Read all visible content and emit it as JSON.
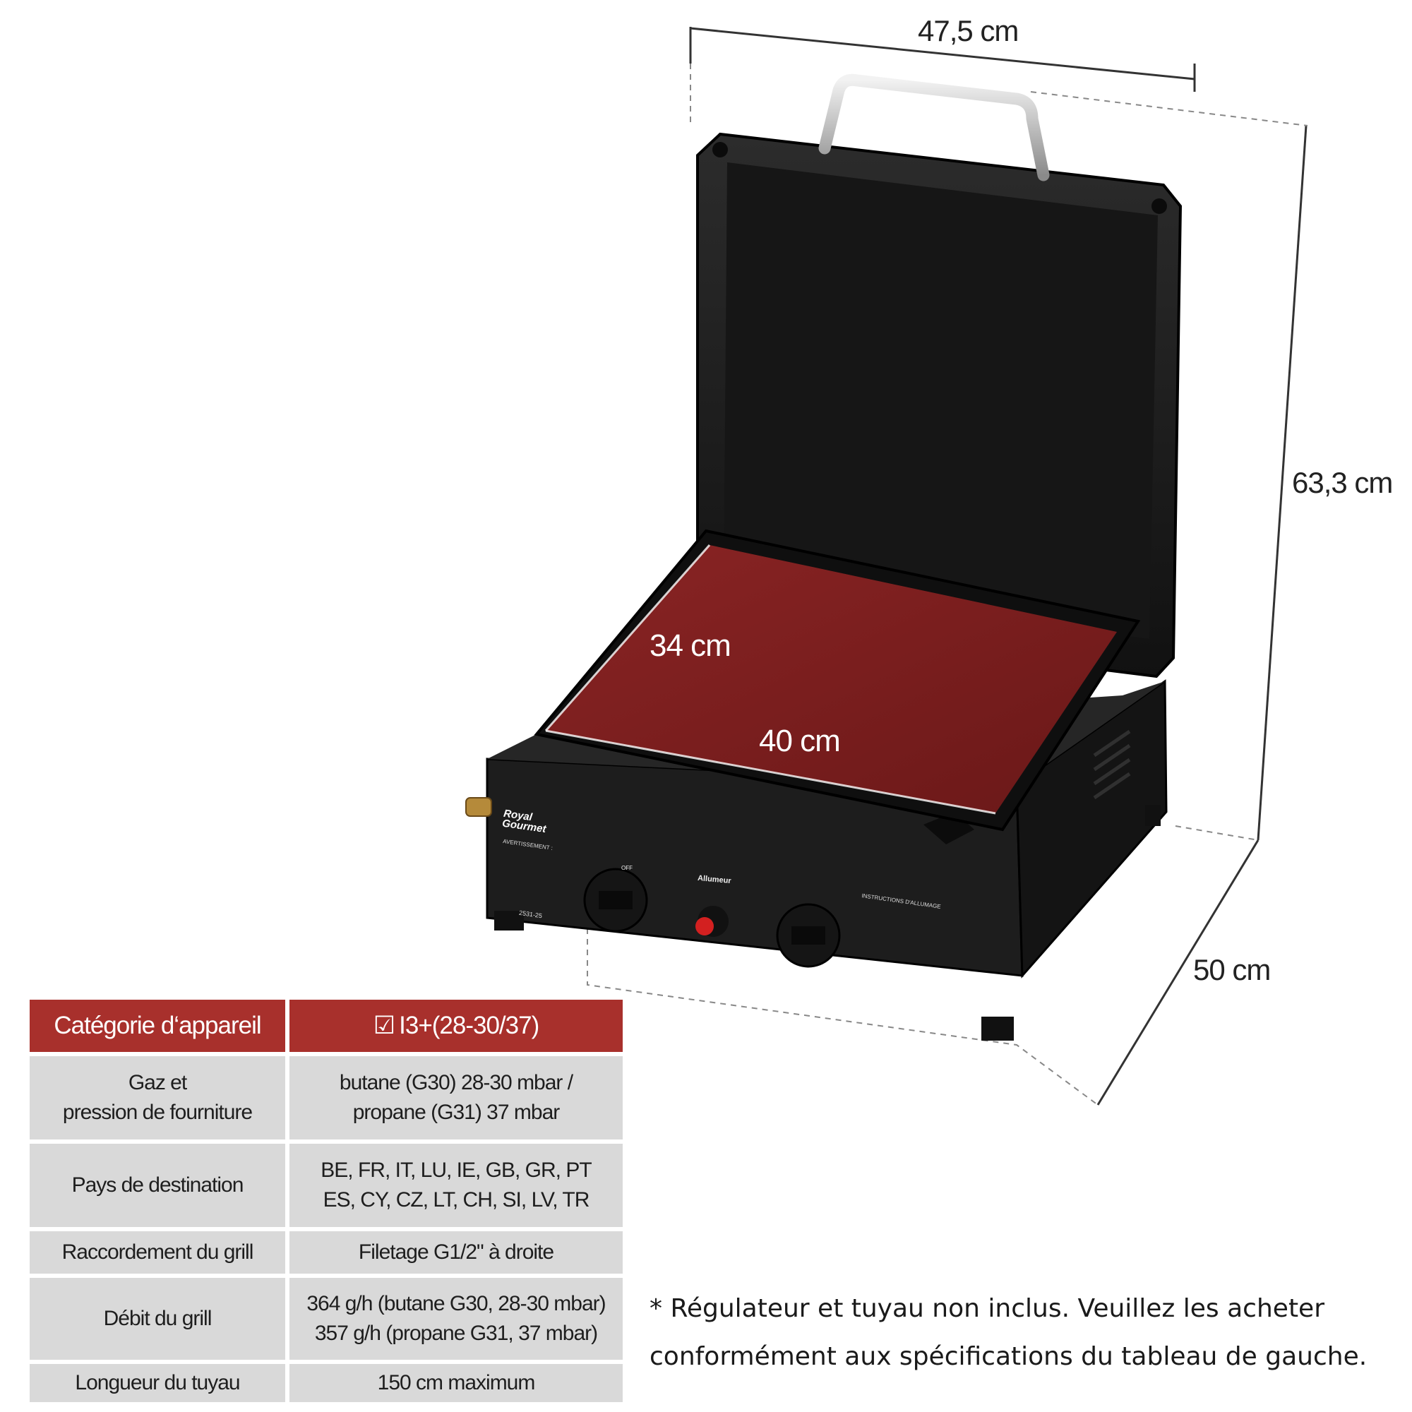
{
  "dimensions": {
    "width": "47,5 cm",
    "height": "63,3 cm",
    "depth": "50 cm",
    "plate_depth": "34 cm",
    "plate_width": "40 cm"
  },
  "product": {
    "brand_line1": "Royal",
    "brand_line2": "Gourmet",
    "igniter_label": "Allumeur",
    "knob_label": "OFF",
    "ce_code": "2531-25",
    "warning_title": "AVERTISSEMENT :",
    "instructions_title": "INSTRUCTIONS D'ALLUMAGE"
  },
  "spec_table": {
    "header": {
      "label": "Catégorie d‘appareil",
      "checkbox": "☑",
      "value": "I3+(28-30/37)"
    },
    "rows": [
      {
        "label_lines": [
          "Gaz et",
          "pression de fourniture"
        ],
        "value_lines": [
          "butane (G30) 28-30 mbar /",
          "propane (G31) 37 mbar"
        ]
      },
      {
        "label_lines": [
          "Pays de destination"
        ],
        "value_lines": [
          "BE, FR, IT, LU, IE, GB, GR, PT",
          "ES, CY, CZ, LT, CH, SI, LV, TR"
        ]
      },
      {
        "label_lines": [
          "Raccordement du grill"
        ],
        "value_lines": [
          "Filetage G1/2\" à droite"
        ]
      },
      {
        "label_lines": [
          "Débit du grill"
        ],
        "value_lines": [
          "364 g/h (butane G30, 28-30 mbar)",
          "357 g/h (propane G31, 37 mbar)"
        ]
      },
      {
        "label_lines": [
          "Longueur du tuyau"
        ],
        "value_lines": [
          "150 cm maximum"
        ]
      }
    ]
  },
  "footnote": "* Régulateur et tuyau non inclus. Veuillez les acheter\nconformément aux spécifications du tableau de gauche.",
  "colors": {
    "table_header": "#a8302c",
    "table_cell": "#d9d9d9",
    "plate_highlight": "#7a1c1c",
    "body_black": "#1b1b1b"
  }
}
